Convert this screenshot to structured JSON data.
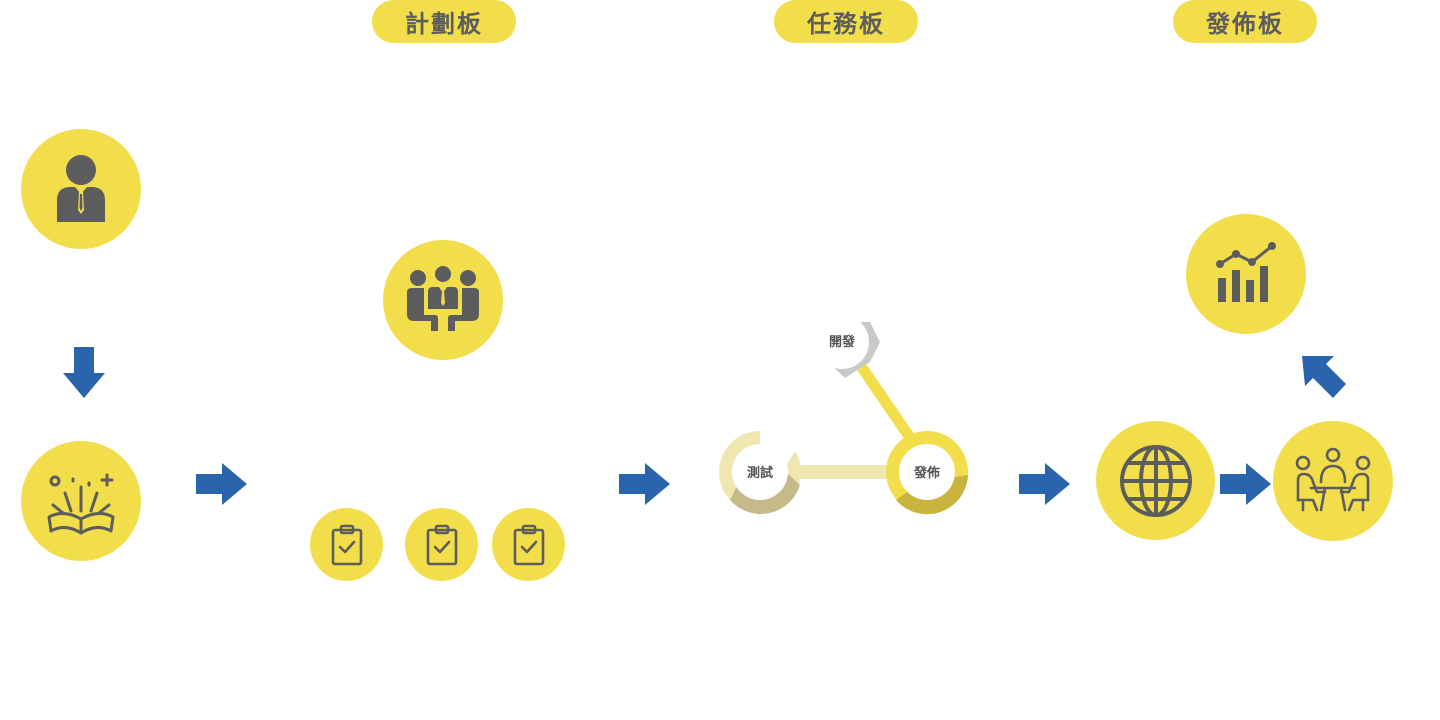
{
  "boards": {
    "planning": "計劃板",
    "task": "任務板",
    "release": "發佈板"
  },
  "cycle": {
    "develop": "開發",
    "test": "測試",
    "release": "發佈"
  },
  "colors": {
    "yellow": "#f2de4b",
    "icon_gray": "#5d5d5d",
    "arrow_blue": "#2a64ad",
    "pale_yellow": "#efe6b0"
  },
  "icons": [
    "businessman-icon",
    "open-book-idea-icon",
    "team-meeting-icon",
    "clipboard-check-icon",
    "globe-icon",
    "group-discussion-icon",
    "analytics-chart-icon"
  ]
}
